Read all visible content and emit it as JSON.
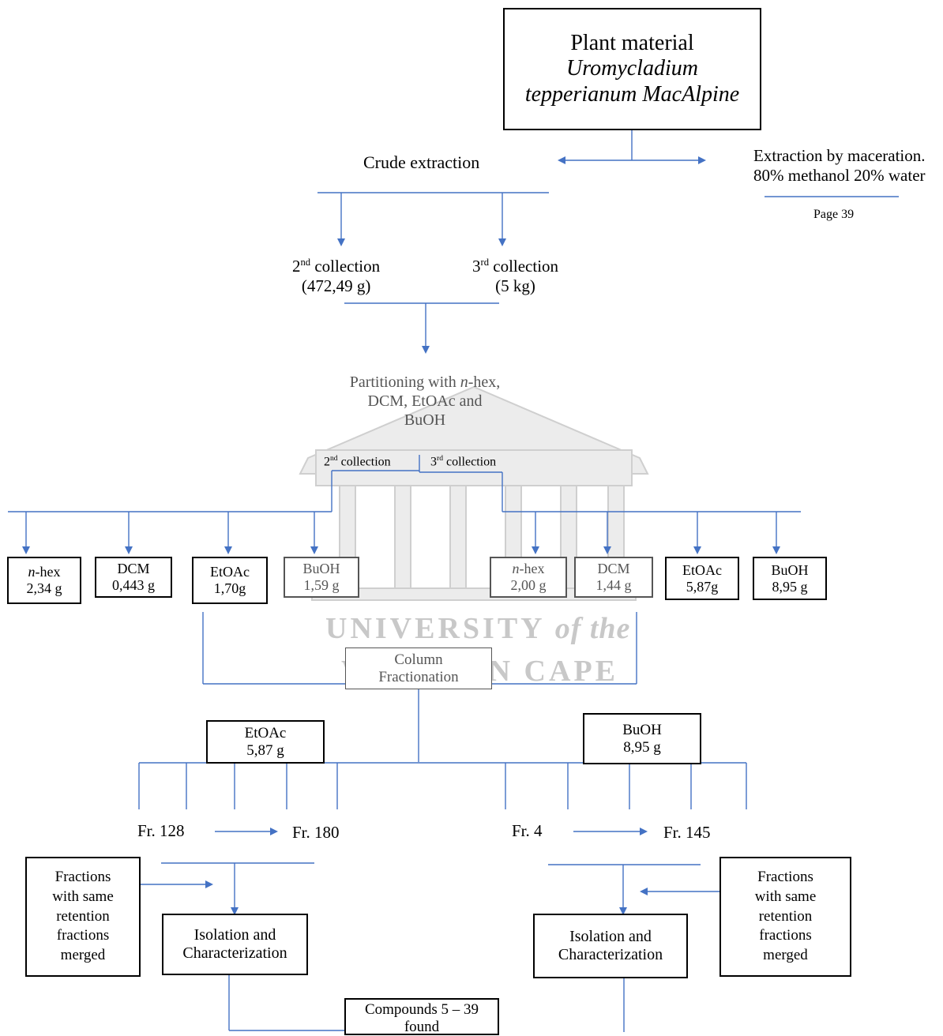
{
  "plant": {
    "line1": "Plant material",
    "line2": "Uromycladium",
    "line3": "tepperianum MacAlpine"
  },
  "crude": "Crude extraction",
  "maceration": {
    "line1": "Extraction by maceration.",
    "line2": "80% methanol 20% water",
    "page": "Page 39"
  },
  "collections": {
    "second_sup": "nd",
    "second_word": " collection",
    "second_mass": "(472,49 g)",
    "third_sup": "rd",
    "third_word": " collection",
    "third_mass": "(5 kg)"
  },
  "partition": {
    "pre": "Partitioning with ",
    "n": "n",
    "post": "-hex,",
    "line2": "DCM, EtOAc and",
    "line3": "BuOH"
  },
  "split_labels": {
    "sup_nd": "nd",
    "left_word": " collection",
    "sup_rd": "rd",
    "right_word": " collection"
  },
  "fractions_2nd": [
    {
      "n": "n",
      "name": "-hex",
      "mass": "2,34 g"
    },
    {
      "n": "",
      "name": "DCM",
      "mass": "0,443 g"
    },
    {
      "n": "",
      "name": "EtOAc",
      "mass": "1,70g"
    },
    {
      "n": "",
      "name": "BuOH",
      "mass": "1,59 g"
    }
  ],
  "fractions_3rd": [
    {
      "n": "n",
      "name": "-hex",
      "mass": "2,00 g"
    },
    {
      "n": "",
      "name": "DCM",
      "mass": "1,44 g"
    },
    {
      "n": "",
      "name": "EtOAc",
      "mass": "5,87g"
    },
    {
      "n": "",
      "name": "BuOH",
      "mass": "8,95 g"
    }
  ],
  "watermark": {
    "line1": "UNIVERSITY",
    "of_the": "of the",
    "line2": "WESTERN CAPE"
  },
  "column": {
    "line1": "Column",
    "line2": "Fractionation"
  },
  "etoac_box": {
    "line1": "EtOAc",
    "line2": "5,87 g"
  },
  "buoh_box": {
    "line1": "BuOH",
    "line2": "8,95 g"
  },
  "fr_left": {
    "from": "Fr. 128",
    "to": "Fr. 180"
  },
  "fr_right": {
    "from": "Fr. 4",
    "to": "Fr. 145"
  },
  "merged_left": [
    "Fractions",
    "with same",
    "retention",
    "fractions",
    "merged"
  ],
  "merged_right": [
    "Fractions",
    "with same",
    "retention",
    "fractions",
    "merged"
  ],
  "isolation_left": {
    "line1": "Isolation and",
    "line2": "Characterization"
  },
  "isolation_right": {
    "line1": "Isolation and",
    "line2": "Characterization"
  },
  "compounds": {
    "line1": "Compounds 5 – 39",
    "line2": "found"
  },
  "colors": {
    "line": "#4472c4",
    "box_border": "#000000",
    "grey": "#555555",
    "watermark": "#c8c8c8"
  }
}
